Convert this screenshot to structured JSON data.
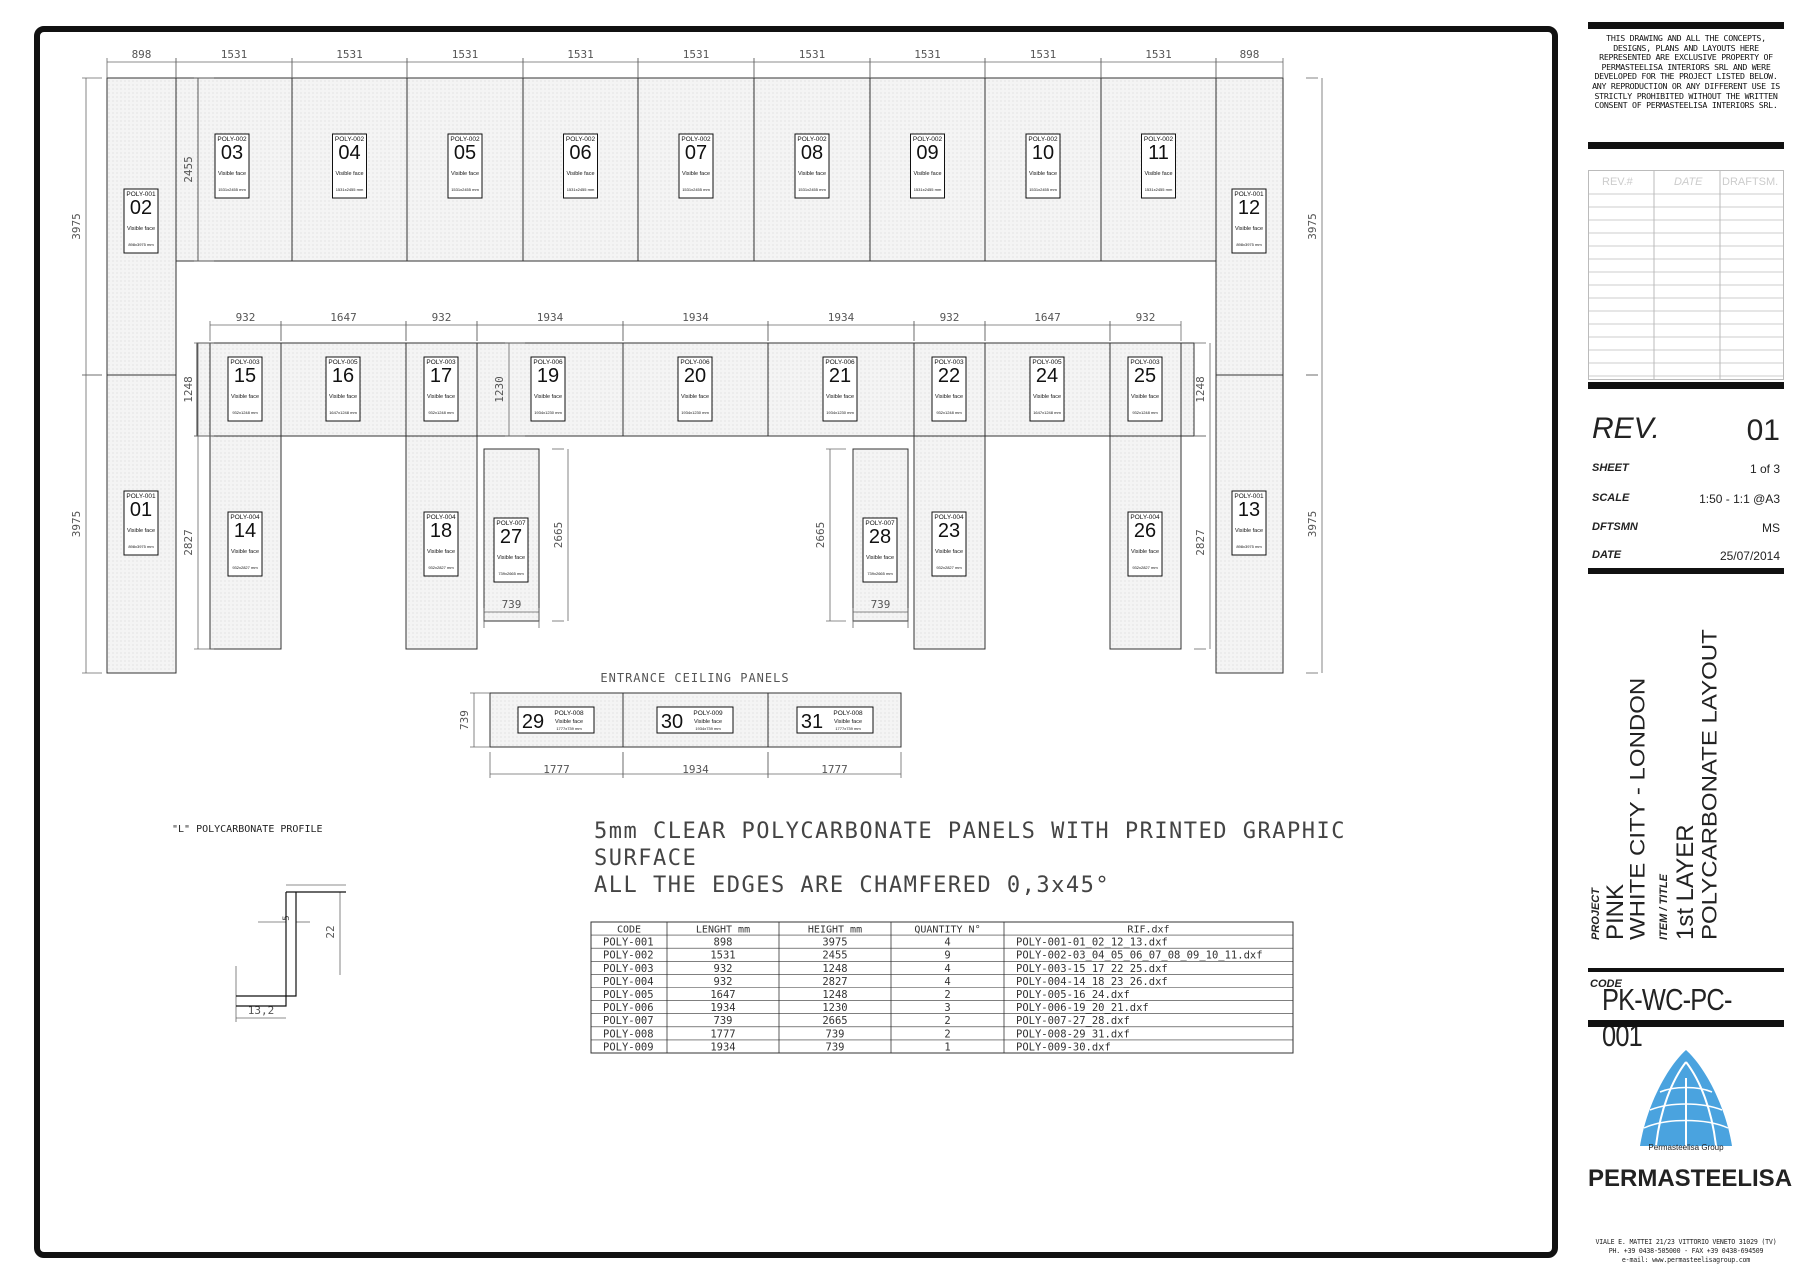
{
  "top_row_dims": [
    "898",
    "1531",
    "1531",
    "1531",
    "1531",
    "1531",
    "1531",
    "1531",
    "1531",
    "1531",
    "898"
  ],
  "mid_row_dims": [
    "932",
    "1647",
    "932",
    "1934",
    "1934",
    "1934",
    "932",
    "1647",
    "932"
  ],
  "side_dims": {
    "left_upper": "3975",
    "left_lower": "3975",
    "right_upper": "3975",
    "right_lower": "3975",
    "top_height": "2455",
    "mid_height_left": "1248",
    "mid_height_right": "1248",
    "low_left": "2827",
    "low_right": "2827",
    "p19_height": "1230",
    "p27_height": "2665",
    "p28_height": "2665",
    "p27_width": "739",
    "p28_width": "739"
  },
  "panels": [
    {
      "code": "POLY-001",
      "num": "02",
      "face": "Visible face",
      "size": "898x3975 mm"
    },
    {
      "code": "POLY-001",
      "num": "01",
      "face": "Visible face",
      "size": "898x3975 mm"
    },
    {
      "code": "POLY-002",
      "num": "03",
      "face": "Visible face",
      "size": "1531x2455 mm"
    },
    {
      "code": "POLY-002",
      "num": "04",
      "face": "Visible face",
      "size": "1531x2455 mm"
    },
    {
      "code": "POLY-002",
      "num": "05",
      "face": "Visible face",
      "size": "1531x2455 mm"
    },
    {
      "code": "POLY-002",
      "num": "06",
      "face": "Visible face",
      "size": "1531x2455 mm"
    },
    {
      "code": "POLY-002",
      "num": "07",
      "face": "Visible face",
      "size": "1531x2455 mm"
    },
    {
      "code": "POLY-002",
      "num": "08",
      "face": "Visible face",
      "size": "1531x2455 mm"
    },
    {
      "code": "POLY-002",
      "num": "09",
      "face": "Visible face",
      "size": "1531x2455 mm"
    },
    {
      "code": "POLY-002",
      "num": "10",
      "face": "Visible face",
      "size": "1531x2455 mm"
    },
    {
      "code": "POLY-002",
      "num": "11",
      "face": "Visible face",
      "size": "1531x2455 mm"
    },
    {
      "code": "POLY-001",
      "num": "12",
      "face": "Visible face",
      "size": "898x3975 mm"
    },
    {
      "code": "POLY-001",
      "num": "13",
      "face": "Visible face",
      "size": "898x3975 mm"
    },
    {
      "code": "POLY-003",
      "num": "15",
      "face": "Visible face",
      "size": "932x1248 mm"
    },
    {
      "code": "POLY-005",
      "num": "16",
      "face": "Visible face",
      "size": "1647x1248 mm"
    },
    {
      "code": "POLY-003",
      "num": "17",
      "face": "Visible face",
      "size": "932x1248 mm"
    },
    {
      "code": "POLY-006",
      "num": "19",
      "face": "Visible face",
      "size": "1934x1230 mm"
    },
    {
      "code": "POLY-006",
      "num": "20",
      "face": "Visible face",
      "size": "1934x1230 mm"
    },
    {
      "code": "POLY-006",
      "num": "21",
      "face": "Visible face",
      "size": "1934x1230 mm"
    },
    {
      "code": "POLY-003",
      "num": "22",
      "face": "Visible face",
      "size": "932x1248 mm"
    },
    {
      "code": "POLY-005",
      "num": "24",
      "face": "Visible face",
      "size": "1647x1248 mm"
    },
    {
      "code": "POLY-003",
      "num": "25",
      "face": "Visible face",
      "size": "932x1248 mm"
    },
    {
      "code": "POLY-004",
      "num": "14",
      "face": "Visible face",
      "size": "932x2827 mm"
    },
    {
      "code": "POLY-004",
      "num": "18",
      "face": "Visible face",
      "size": "932x2827 mm"
    },
    {
      "code": "POLY-007",
      "num": "27",
      "face": "Visible face",
      "size": "739x2665 mm"
    },
    {
      "code": "POLY-007",
      "num": "28",
      "face": "Visible face",
      "size": "739x2665 mm"
    },
    {
      "code": "POLY-004",
      "num": "23",
      "face": "Visible face",
      "size": "932x2827 mm"
    },
    {
      "code": "POLY-004",
      "num": "26",
      "face": "Visible face",
      "size": "932x2827 mm"
    },
    {
      "code": "POLY-008",
      "num": "29",
      "face": "Visible face",
      "size": "1777x739 mm"
    },
    {
      "code": "POLY-009",
      "num": "30",
      "face": "Visible face",
      "size": "1934x739 mm"
    },
    {
      "code": "POLY-008",
      "num": "31",
      "face": "Visible face",
      "size": "1777x739 mm"
    }
  ],
  "entrance": {
    "title": "ENTRANCE CEILING PANELS",
    "height": "739",
    "dims": [
      "1777",
      "1934",
      "1777"
    ]
  },
  "profile": {
    "title": "\"L\" POLYCARBONATE PROFILE",
    "thickness": "5",
    "height": "22",
    "width": "13,2"
  },
  "notes": [
    "5mm CLEAR POLYCARBONATE PANELS WITH PRINTED GRAPHIC",
    "SURFACE",
    "ALL THE EDGES ARE CHAMFERED 0,3x45°"
  ],
  "schedule": {
    "headers": [
      "CODE",
      "LENGHT mm",
      "HEIGHT mm",
      "QUANTITY N°",
      "RIF.dxf"
    ],
    "rows": [
      [
        "POLY-001",
        "898",
        "3975",
        "4",
        "POLY-001-01_02_12_13.dxf"
      ],
      [
        "POLY-002",
        "1531",
        "2455",
        "9",
        "POLY-002-03_04_05_06_07_08_09_10_11.dxf"
      ],
      [
        "POLY-003",
        "932",
        "1248",
        "4",
        "POLY-003-15_17_22_25.dxf"
      ],
      [
        "POLY-004",
        "932",
        "2827",
        "4",
        "POLY-004-14_18_23_26.dxf"
      ],
      [
        "POLY-005",
        "1647",
        "1248",
        "2",
        "POLY-005-16_24.dxf"
      ],
      [
        "POLY-006",
        "1934",
        "1230",
        "3",
        "POLY-006-19_20_21.dxf"
      ],
      [
        "POLY-007",
        "739",
        "2665",
        "2",
        "POLY-007-27_28.dxf"
      ],
      [
        "POLY-008",
        "1777",
        "739",
        "2",
        "POLY-008-29_31.dxf"
      ],
      [
        "POLY-009",
        "1934",
        "739",
        "1",
        "POLY-009-30.dxf"
      ]
    ]
  },
  "title_block": {
    "notice": "THIS DRAWING AND ALL THE CONCEPTS, DESIGNS, PLANS AND LAYOUTS HERE REPRESENTED ARE EXCLUSIVE PROPERTY OF PERMASTEELISA INTERIORS SRL AND WERE DEVELOPED FOR THE PROJECT LISTED BELOW. ANY REPRODUCTION OR ANY DIFFERENT USE IS STRICTLY PROHIBITED WITHOUT THE WRITTEN CONSENT OF PERMASTEELISA INTERIORS SRL.",
    "rev_headers": [
      "REV.#",
      "DATE",
      "DRAFTSM."
    ],
    "rev_label": "REV.",
    "rev_value": "01",
    "sheet_label": "SHEET",
    "sheet_value": "1 of 3",
    "scale_label": "SCALE",
    "scale_value": "1:50 - 1:1 @A3",
    "dftsmn_label": "DFTSMN",
    "dftsmn_value": "MS",
    "date_label": "DATE",
    "date_value": "25/07/2014",
    "project_label": "PROJECT",
    "project_line1": "PINK",
    "project_line2": "WHITE CITY - LONDON",
    "item_label": "ITEM / TITLE",
    "item_line1": "1st LAYER",
    "item_line2": "POLYCARBONATE LAYOUT",
    "code_label": "CODE",
    "code_value": "PK-WC-PC-001",
    "group": "Permasteelisa Group",
    "brand": "PERMASTEELISA",
    "address1": "VIALE E. MATTEI 21/23 VITTORIO VENETO 31029 (TV)",
    "address2": "PH. +39 0438-505000 - FAX +39 0438-694509",
    "address3": "e-mail: www.permasteelisagroup.com"
  },
  "colors": {
    "line": "#333333",
    "panel_fill": "#f1f1f1",
    "border": "#111111",
    "logo_blue": "#4aa3df"
  }
}
